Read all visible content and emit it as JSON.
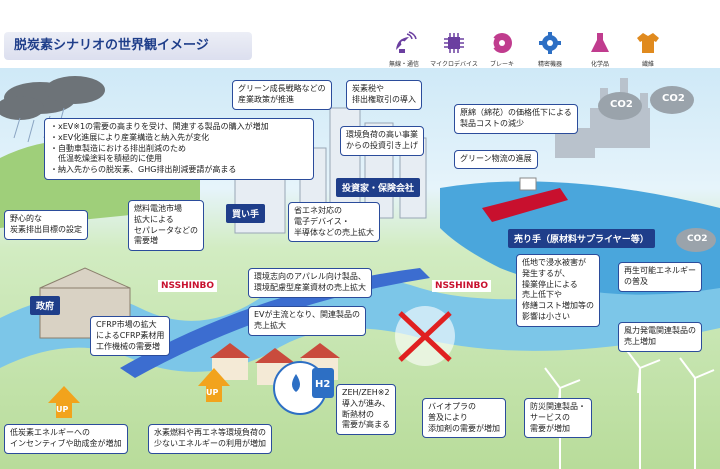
{
  "header": {
    "title": "脱炭素シナリオの世界観イメージ"
  },
  "legend": [
    {
      "label": "無線・通信",
      "icon": "satellite-dish-icon",
      "color": "#6b3fa0"
    },
    {
      "label": "マイクロデバイス",
      "icon": "microchip-icon",
      "color": "#6b3fa0"
    },
    {
      "label": "ブレーキ",
      "icon": "brake-disc-icon",
      "color": "#c03c8e"
    },
    {
      "label": "精密機器",
      "icon": "gear-icon",
      "color": "#2d6fc4"
    },
    {
      "label": "化学品",
      "icon": "flask-icon",
      "color": "#c03c8e"
    },
    {
      "label": "繊維",
      "icon": "shirt-icon",
      "color": "#e08a1e"
    }
  ],
  "labels": {
    "buyer": "買い手",
    "investor": "投資家・保険会社",
    "government": "政府",
    "seller": "売り手（原材料サプライヤー等）",
    "co2_a": "CO2",
    "co2_b": "CO2",
    "co2_c": "CO2",
    "up_a": "UP",
    "up_b": "UP",
    "h2": "H2",
    "logo_a": "NSSHINBO",
    "logo_b": "NSSHINBO"
  },
  "callouts": {
    "green_growth": [
      "グリーン成長戦略などの",
      "産業政策が推進"
    ],
    "carbon_tax": [
      "炭素税や",
      "排出権取引の導入"
    ],
    "cotton_price": [
      "原綿（綿花）の価格低下による",
      "製品コストの減少"
    ],
    "investment": [
      "環境負荷の高い事業",
      "からの投資引き上げ"
    ],
    "logistics": [
      "グリーン物流の進展"
    ],
    "xev": [
      "・xEV※1の需要の高まりを受け、関連する製品の購入が増加",
      "・xEV化進展により産業構造と納入先が変化",
      "・自動車製造における排出削減のため",
      "　低温乾燥塗料を積極的に使用",
      "・納入先からの脱炭素、GHG排出削減要請が高まる"
    ],
    "ambitious_target": [
      "野心的な",
      "炭素排出目標の設定"
    ],
    "fuel_cell": [
      "燃料電池市場",
      "拡大による",
      "セパレータなどの",
      "需要増"
    ],
    "energy_devices": [
      "省エネ対応の",
      "電子デバイス・",
      "半導体などの売上拡大"
    ],
    "apparel": [
      "環境志向のアパレル向け製品、",
      "環境配慮型産業資材の売上拡大"
    ],
    "ev_main": [
      "EVが主流となり、関連製品の",
      "売上拡大"
    ],
    "cfrp": [
      "CFRP市場の拡大",
      "によるCFRP素材用",
      "工作機械の需要増"
    ],
    "water_damage": [
      "低地で浸水被害が",
      "発生するが、",
      "操業停止による",
      "売上低下や",
      "修繕コスト増加等の",
      "影響は小さい"
    ],
    "renewable": [
      "再生可能エネルギー",
      "の普及"
    ],
    "wind_power": [
      "風力発電関連製品の",
      "売上増加"
    ],
    "low_energy_incentive": [
      "低炭素エネルギーへの",
      "インセンティブや助成金が増加"
    ],
    "hydrogen": [
      "水素燃料や再エネ等環境負荷の",
      "少ないエネルギーの利用が増加"
    ],
    "zeh": [
      "ZEH/ZEH※2",
      "導入が進み、",
      "断熱材の",
      "需要が高まる"
    ],
    "bioplastic": [
      "バイオプラの",
      "普及により",
      "添加剤の需要が増加"
    ],
    "disaster": [
      "防災関連製品・",
      "サービスの",
      "需要が増加"
    ]
  },
  "colors": {
    "accent": "#1f3e8a",
    "box_border": "#2b4c9b",
    "up_arrow": "#f2a31c"
  }
}
